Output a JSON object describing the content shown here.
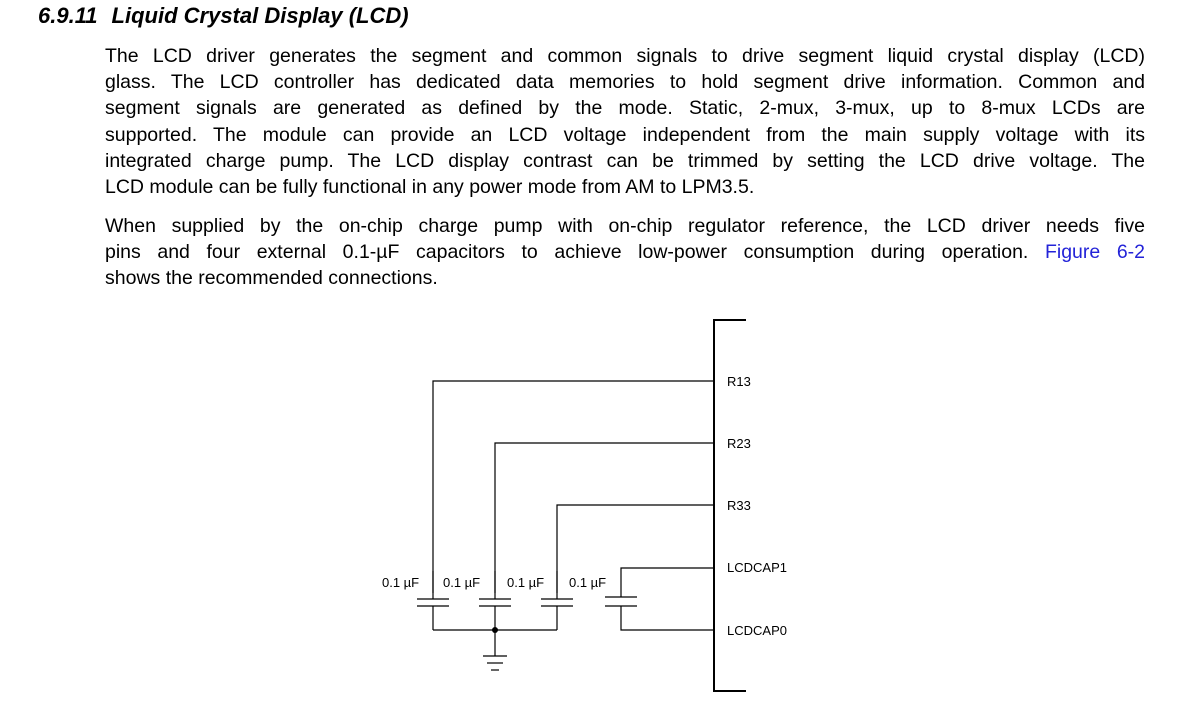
{
  "section": {
    "number": "6.9.11",
    "title": "Liquid Crystal Display (LCD)"
  },
  "paragraph1": {
    "lines": [
      "The LCD driver generates the segment and common signals to drive segment liquid crystal display (LCD)",
      "glass. The LCD controller has dedicated data memories to hold segment drive information. Common and",
      "segment signals are generated as defined by the mode. Static, 2-mux, 3-mux, up to 8-mux LCDs are",
      "supported. The module can provide an LCD voltage independent from the main supply voltage with its",
      "integrated charge pump. The LCD display contrast can be trimmed by setting the LCD drive voltage. The",
      "LCD module can be fully functional in any power mode from AM to LPM3.5."
    ]
  },
  "paragraph2": {
    "line1": "When supplied by the on-chip charge pump with on-chip regulator reference, the LCD driver needs five",
    "line2_before": "pins and four external 0.1-µF capacitors to achieve low-power consumption during operation.",
    "figure_link": "Figure 6-2",
    "line3": "shows the recommended connections."
  },
  "diagram": {
    "pins": [
      "R13",
      "R23",
      "R33",
      "LCDCAP1",
      "LCDCAP0"
    ],
    "capacitor_labels": [
      "0.1 µF",
      "0.1 µF",
      "0.1 µF",
      "0.1 µF"
    ]
  }
}
